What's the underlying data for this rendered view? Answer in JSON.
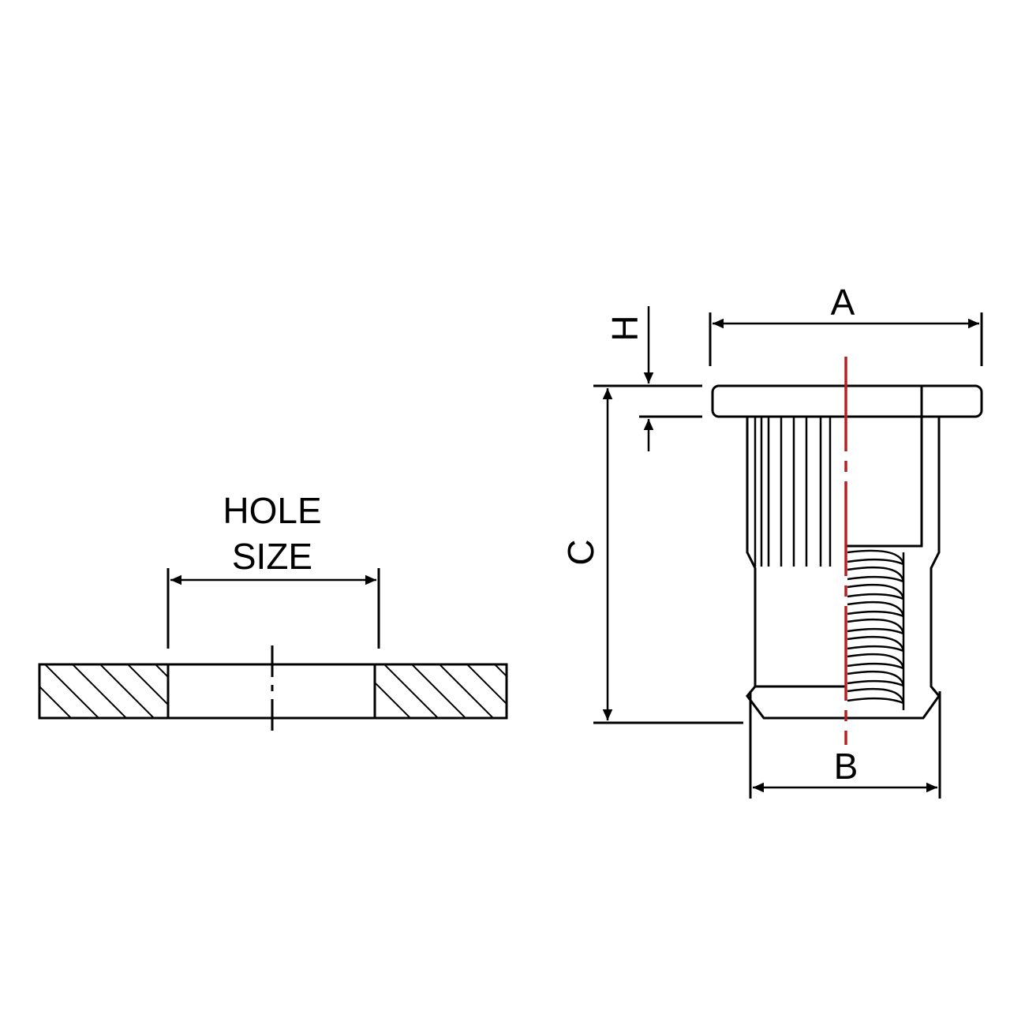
{
  "labels": {
    "hole_line1": "HOLE",
    "hole_line2": "SIZE",
    "dim_a": "A",
    "dim_b": "B",
    "dim_c": "C",
    "dim_h": "H"
  },
  "colors": {
    "line": "#000000",
    "centerline": "#b22222",
    "background": "#ffffff"
  }
}
